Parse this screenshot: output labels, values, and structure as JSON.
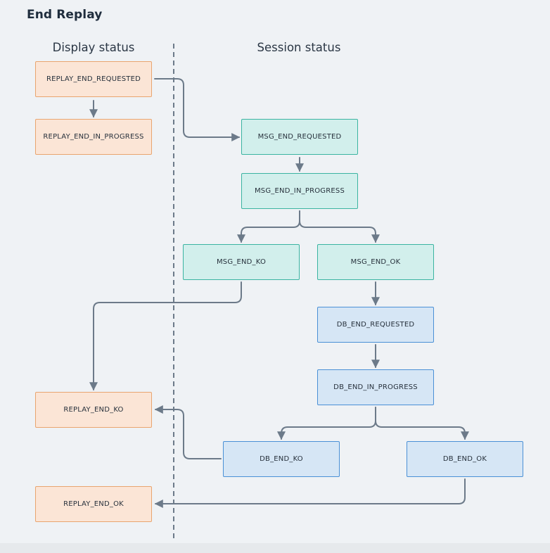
{
  "title": "End Replay",
  "columns": {
    "display": "Display status",
    "session": "Session status"
  },
  "display_nodes": {
    "end_requested": "REPLAY_END_REQUESTED",
    "end_in_progress": "REPLAY_END_IN_PROGRESS",
    "end_ko": "REPLAY_END_KO",
    "end_ok": "REPLAY_END_OK"
  },
  "session_nodes": {
    "msg_end_requested": "MSG_END_REQUESTED",
    "msg_end_in_progress": "MSG_END_IN_PROGRESS",
    "msg_end_ko": "MSG_END_KO",
    "msg_end_ok": "MSG_END_OK",
    "db_end_requested": "DB_END_REQUESTED",
    "db_end_in_progress": "DB_END_IN_PROGRESS",
    "db_end_ko": "DB_END_KO",
    "db_end_ok": "DB_END_OK"
  },
  "colors": {
    "replay_fill": "#fbe5d6",
    "replay_border": "#e9a56f",
    "msg_fill": "#d2efec",
    "msg_border": "#3bb4a1",
    "db_fill": "#d6e6f5",
    "db_border": "#4a90d6",
    "connector": "#6c7a89"
  }
}
